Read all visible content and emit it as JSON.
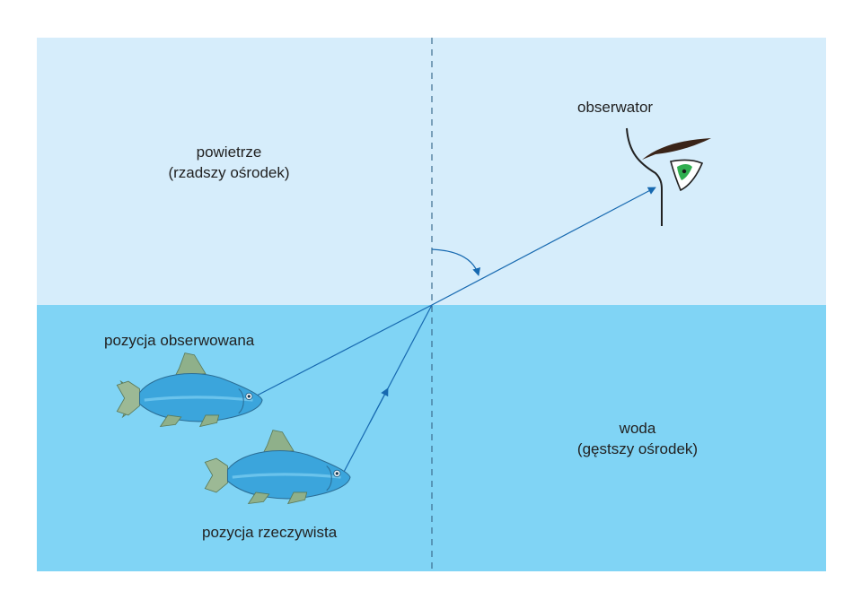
{
  "labels": {
    "air_line1": "powietrze",
    "air_line2": "(rzadszy ośrodek)",
    "water_line1": "woda",
    "water_line2": "(gęstszy ośrodek)",
    "observer": "obserwator",
    "observed_position": "pozycja obserwowana",
    "real_position": "pozycja rzeczywista"
  },
  "colors": {
    "air": "#d6edfb",
    "water": "#80d4f5",
    "ray": "#1769b0",
    "normal_line": "#3c6e8f",
    "fish_body": "#3ba5dc",
    "fish_fin": "#8fb08a",
    "eye_iris": "#2fae4f",
    "outline": "#222222"
  },
  "icons": [
    "eye-icon",
    "fish-icon"
  ]
}
